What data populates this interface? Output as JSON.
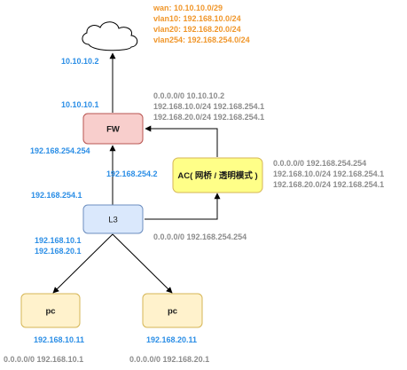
{
  "wan_info": [
    "wan: 10.10.10.0/29",
    "vlan10: 192.168.10.0/24",
    "vlan20: 192.168.20.0/24",
    "vlan254: 192.168.254.0/24"
  ],
  "nodes": {
    "fw": "FW",
    "l3": "L3",
    "ac": "AC( 网桥 / 透明模式 )",
    "pc1": "pc",
    "pc2": "pc"
  },
  "addresses": {
    "cloud_side": "10.10.10.2",
    "fw_wan": "10.10.10.1",
    "fw_lan": "192.168.254.254",
    "ac_ip": "192.168.254.2",
    "l3_uplink": "192.168.254.1",
    "l3_gateways": [
      "192.168.10.1",
      "192.168.20.1"
    ],
    "pc1_ip": "192.168.10.11",
    "pc2_ip": "192.168.20.11"
  },
  "routes": {
    "fw": [
      "0.0.0.0/0  10.10.10.2",
      "192.168.10.0/24 192.168.254.1",
      "192.168.20.0/24 192.168.254.1"
    ],
    "ac": [
      "0.0.0.0/0  192.168.254.254",
      "192.168.10.0/24 192.168.254.1",
      "192.168.20.0/24 192.168.254.1"
    ],
    "l3": "0.0.0.0/0  192.168.254.254",
    "pc1": "0.0.0.0/0  192.168.10.1",
    "pc2": "0.0.0.0/0  192.168.20.1"
  },
  "colors": {
    "fw_fill": "#f8cecc",
    "fw_stroke": "#b85450",
    "l3_fill": "#dae8fc",
    "l3_stroke": "#6c8ebf",
    "ac_fill": "#ffff88",
    "ac_stroke": "#d6b656",
    "pc_fill": "#fff2cc",
    "pc_stroke": "#d6b656",
    "blue_text": "#2b8ee6",
    "gray_text": "#8c8c8c",
    "orange_text": "#f0962a"
  }
}
